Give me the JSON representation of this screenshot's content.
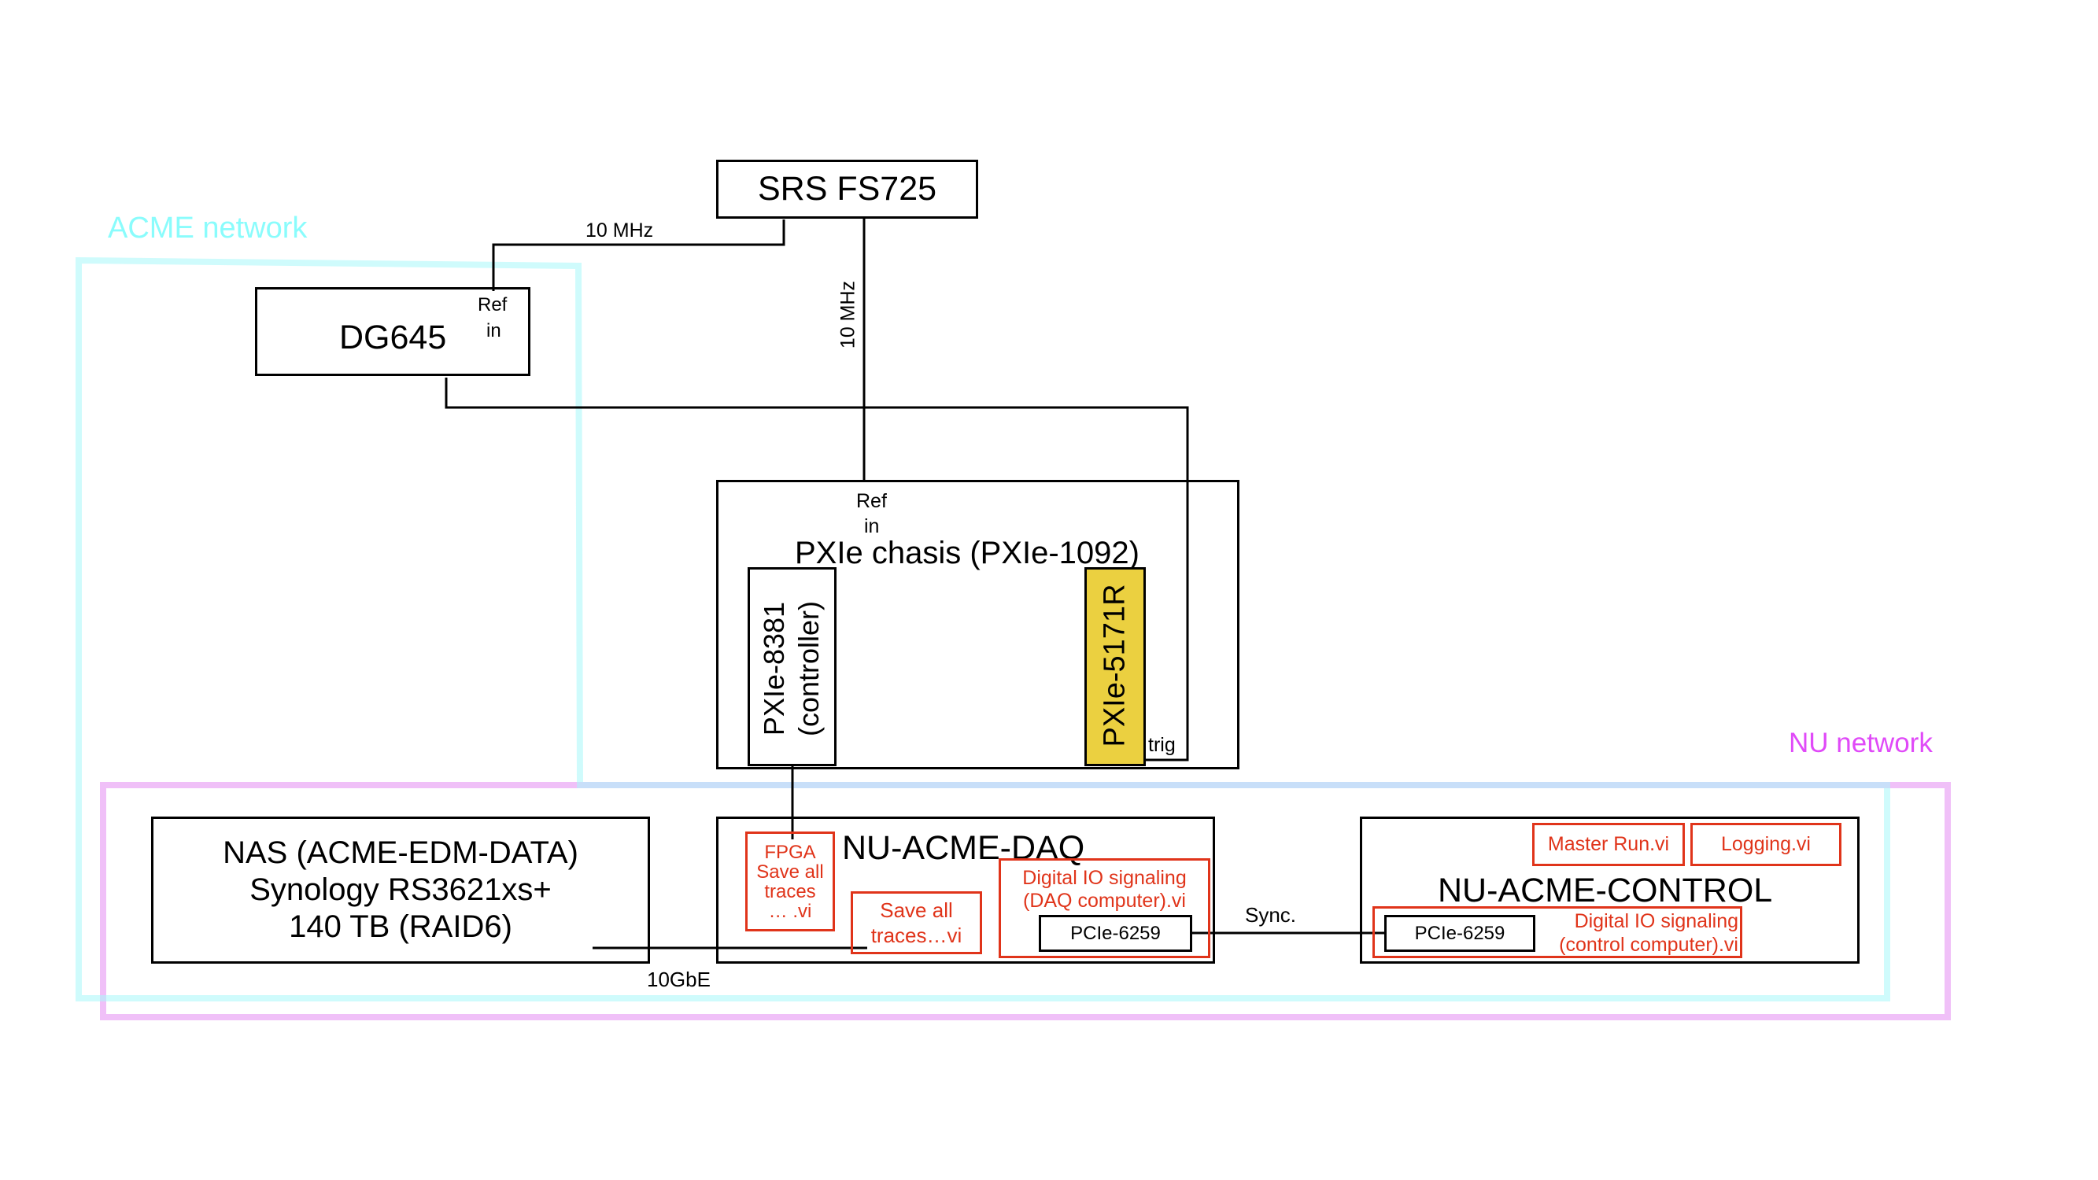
{
  "diagram": {
    "colors": {
      "acme_network": "#ccfcfc",
      "acme_label": "#8afcfc",
      "nu_network": "#f0c0f8",
      "nu_label": "#e04af8",
      "software_vi": "#e0341a",
      "digitizer_fill": "#ebd040",
      "hardware": "#000000"
    },
    "networks": {
      "acme": {
        "label": "ACME network"
      },
      "nu": {
        "label": "NU network"
      }
    },
    "devices": {
      "clock": {
        "name": "SRS FS725"
      },
      "delay_generator": {
        "name": "DG645",
        "ref_in": [
          "Ref",
          "in"
        ]
      },
      "chassis": {
        "name": "PXIe chasis (PXIe-1092)",
        "ref_in": [
          "Ref",
          "in"
        ],
        "controller": [
          "PXIe-8381",
          "(controller)"
        ],
        "digitizer": "PXIe-5171R",
        "trig_label": "trig"
      },
      "nas": {
        "lines": [
          "NAS (ACME-EDM-DATA)",
          "Synology RS3621xs+",
          "140 TB (RAID6)"
        ]
      },
      "daq": {
        "name": "NU-ACME-DAQ",
        "fpga_vi": [
          "FPGA",
          "Save all",
          "traces",
          "… .vi"
        ],
        "save_vi": [
          "Save all",
          "traces…vi"
        ],
        "dio_vi": [
          "Digital IO signaling",
          "(DAQ computer).vi"
        ],
        "card": "PCIe-6259"
      },
      "control": {
        "name": "NU-ACME-CONTROL",
        "master_vi": "Master Run.vi",
        "logging_vi": "Logging.vi",
        "dio_vi": [
          "Digital IO signaling",
          "(control computer).vi"
        ],
        "card": "PCIe-6259"
      }
    },
    "connections": {
      "clock_to_dg645": "10 MHz",
      "clock_to_chassis": "10 MHz",
      "nas_to_daq": "10GbE",
      "daq_to_control": "Sync."
    }
  }
}
